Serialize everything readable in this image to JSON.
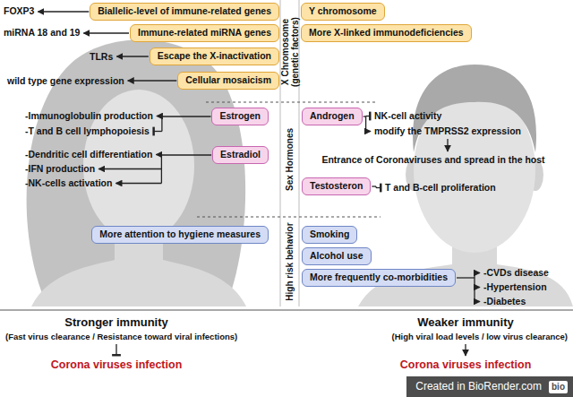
{
  "diagram": {
    "nodes": [
      {
        "text": [
          "Biallelic-level of immune-related genes"
        ]
      },
      {
        "text": [
          "Immune-related miRNA genes"
        ]
      },
      {
        "text": [
          "Escape the X-inactivation"
        ]
      },
      {
        "text": [
          "Cellular mosaicism"
        ]
      },
      {
        "text": [
          "Y chromosome"
        ]
      },
      {
        "text": [
          "More X-linked immunodeficiencies"
        ]
      },
      {
        "text": [
          "Estrogen"
        ]
      },
      {
        "text": [
          "Estradiol"
        ]
      },
      {
        "text": [
          "Androgen"
        ]
      },
      {
        "text": [
          "Testosteron"
        ]
      },
      {
        "text": [
          "More attention to hygiene measures"
        ]
      },
      {
        "text": [
          "Smoking"
        ]
      },
      {
        "text": [
          "Alcohol use"
        ]
      },
      {
        "text": [
          "More frequently co-morbidities"
        ]
      },
      {
        "text": [
          "Created in BioRender.com",
          "bio"
        ]
      }
    ],
    "labels": [
      "FOXP3",
      "miRNA 18 and 19",
      "TLRs",
      "wild type gene expression",
      "X Chromosome",
      "(genetic factors)",
      "Sex Hormones",
      "High risk behavior",
      "-Immunoglobulin production",
      "-T and B cell lymphopoiesis",
      "-Dendritic cell differentiation",
      "-IFN production",
      "-NK-cells activation",
      "NK-cell activity",
      "modify the TMPRSS2 expression",
      "Entrance of Coronaviruses and spread in the host",
      "T and B-cell proliferation",
      "-CVDs disease",
      "-Hypertension",
      "-Diabetes",
      "Stronger immunity",
      "(Fast virus clearance / Resistance toward viral infections)",
      "Corona viruses infection",
      "Weaker immunity",
      "(High viral load levels / low virus clearance)",
      "Corona viruses infection"
    ]
  }
}
